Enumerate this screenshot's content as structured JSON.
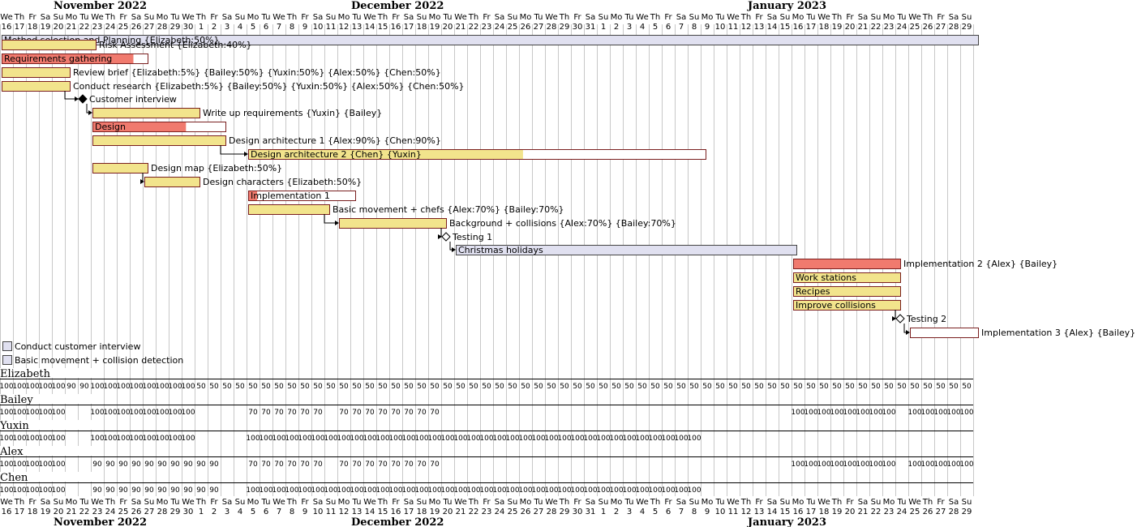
{
  "colors": {
    "bar_fill": "#F2E48C",
    "bar_border": "#7A1F1F",
    "progress": "#F07A6E",
    "summary_fill": "#E0E0F0",
    "grid": "#C8C8C8",
    "milestone_done": "#000000",
    "milestone_open": "#FFFFFF"
  },
  "timeline": {
    "start_date": "2022-11-16",
    "months": [
      {
        "label": "November 2022",
        "first_day_index": 0
      },
      {
        "label": "December 2022",
        "first_day_index": 15
      },
      {
        "label": "January 2023",
        "first_day_index": 46
      }
    ],
    "day_abbrev": [
      "Mo",
      "Tu",
      "We",
      "Th",
      "Fr",
      "Sa",
      "Su"
    ],
    "days": [
      {
        "n": "We",
        "d": "16"
      },
      {
        "n": "Th",
        "d": "17"
      },
      {
        "n": "Fr",
        "d": "18"
      },
      {
        "n": "Sa",
        "d": "19"
      },
      {
        "n": "Su",
        "d": "20"
      },
      {
        "n": "Mo",
        "d": "21"
      },
      {
        "n": "Tu",
        "d": "22"
      },
      {
        "n": "We",
        "d": "23"
      },
      {
        "n": "Th",
        "d": "24"
      },
      {
        "n": "Fr",
        "d": "25"
      },
      {
        "n": "Sa",
        "d": "26"
      },
      {
        "n": "Su",
        "d": "27"
      },
      {
        "n": "Mo",
        "d": "28"
      },
      {
        "n": "Tu",
        "d": "29"
      },
      {
        "n": "We",
        "d": "30"
      },
      {
        "n": "Th",
        "d": "1"
      },
      {
        "n": "Fr",
        "d": "2"
      },
      {
        "n": "Sa",
        "d": "3"
      },
      {
        "n": "Su",
        "d": "4"
      },
      {
        "n": "Mo",
        "d": "5"
      },
      {
        "n": "Tu",
        "d": "6"
      },
      {
        "n": "We",
        "d": "7"
      },
      {
        "n": "Th",
        "d": "8"
      },
      {
        "n": "Fr",
        "d": "9"
      },
      {
        "n": "Sa",
        "d": "10"
      },
      {
        "n": "Su",
        "d": "11"
      },
      {
        "n": "Mo",
        "d": "12"
      },
      {
        "n": "Tu",
        "d": "13"
      },
      {
        "n": "We",
        "d": "14"
      },
      {
        "n": "Th",
        "d": "15"
      },
      {
        "n": "Fr",
        "d": "16"
      },
      {
        "n": "Sa",
        "d": "17"
      },
      {
        "n": "Su",
        "d": "18"
      },
      {
        "n": "Mo",
        "d": "19"
      },
      {
        "n": "Tu",
        "d": "20"
      },
      {
        "n": "We",
        "d": "21"
      },
      {
        "n": "Th",
        "d": "22"
      },
      {
        "n": "Fr",
        "d": "23"
      },
      {
        "n": "Sa",
        "d": "24"
      },
      {
        "n": "Su",
        "d": "25"
      },
      {
        "n": "Mo",
        "d": "26"
      },
      {
        "n": "Tu",
        "d": "27"
      },
      {
        "n": "We",
        "d": "28"
      },
      {
        "n": "Th",
        "d": "29"
      },
      {
        "n": "Fr",
        "d": "30"
      },
      {
        "n": "Sa",
        "d": "31"
      },
      {
        "n": "Su",
        "d": "1"
      },
      {
        "n": "Mo",
        "d": "2"
      },
      {
        "n": "Tu",
        "d": "3"
      },
      {
        "n": "We",
        "d": "4"
      },
      {
        "n": "Th",
        "d": "5"
      },
      {
        "n": "Fr",
        "d": "6"
      },
      {
        "n": "Sa",
        "d": "7"
      },
      {
        "n": "Su",
        "d": "8"
      },
      {
        "n": "Mo",
        "d": "9"
      },
      {
        "n": "Tu",
        "d": "10"
      },
      {
        "n": "We",
        "d": "11"
      },
      {
        "n": "Th",
        "d": "12"
      },
      {
        "n": "Fr",
        "d": "13"
      },
      {
        "n": "Sa",
        "d": "14"
      },
      {
        "n": "Su",
        "d": "15"
      },
      {
        "n": "Mo",
        "d": "16"
      },
      {
        "n": "Tu",
        "d": "17"
      },
      {
        "n": "We",
        "d": "18"
      },
      {
        "n": "Th",
        "d": "19"
      },
      {
        "n": "Fr",
        "d": "20"
      },
      {
        "n": "Sa",
        "d": "21"
      },
      {
        "n": "Su",
        "d": "22"
      },
      {
        "n": "Mo",
        "d": "23"
      },
      {
        "n": "Tu",
        "d": "24"
      },
      {
        "n": "We",
        "d": "25"
      },
      {
        "n": "Th",
        "d": "26"
      },
      {
        "n": "Fr",
        "d": "27"
      },
      {
        "n": "Sa",
        "d": "28"
      },
      {
        "n": "Su",
        "d": "29"
      }
    ]
  },
  "tasks": [
    {
      "id": "method",
      "label": "Method selection and Planning {Elizabeth:50%}",
      "start": 0,
      "end": 75,
      "progress": 0,
      "kind": "summary",
      "label_inside": true
    },
    {
      "id": "risk",
      "label": "Risk Assessment {Elizabeth:40%}",
      "start": 0,
      "end": 7,
      "progress": 0,
      "kind": "task"
    },
    {
      "id": "reqs",
      "label": "Requirements gathering",
      "start": 0,
      "end": 11,
      "progress": 0.9,
      "kind": "group",
      "label_inside": true
    },
    {
      "id": "brief",
      "label": "Review brief {Elizabeth:5%} {Bailey:50%} {Yuxin:50%} {Alex:50%} {Chen:50%}",
      "start": 0,
      "end": 5,
      "progress": 0,
      "kind": "task"
    },
    {
      "id": "research",
      "label": "Conduct research {Elizabeth:5%} {Bailey:50%} {Yuxin:50%} {Alex:50%} {Chen:50%}",
      "start": 0,
      "end": 5,
      "progress": 0,
      "kind": "task"
    },
    {
      "id": "interview",
      "label": "Customer interview",
      "start": 6,
      "end": 6,
      "progress": 1,
      "kind": "milestone"
    },
    {
      "id": "writeup",
      "label": "Write up requirements {Yuxin} {Bailey}",
      "start": 7,
      "end": 15,
      "progress": 0,
      "kind": "task"
    },
    {
      "id": "design",
      "label": "Design",
      "start": 7,
      "end": 17,
      "progress": 0.7,
      "kind": "group",
      "label_inside": true
    },
    {
      "id": "arch1",
      "label": "Design architecture 1 {Alex:90%} {Chen:90%}",
      "start": 7,
      "end": 17,
      "progress": 0,
      "kind": "task"
    },
    {
      "id": "arch2",
      "label": "Design architecture 2 {Chen} {Yuxin}",
      "start": 19,
      "end": 54,
      "progress": 0.6,
      "kind": "bar_fillprog",
      "label_inside": true
    },
    {
      "id": "map",
      "label": "Design map {Elizabeth:50%}",
      "start": 7,
      "end": 11,
      "progress": 0,
      "kind": "task"
    },
    {
      "id": "chars",
      "label": "Design characters {Elizabeth:50%}",
      "start": 11,
      "end": 15,
      "progress": 0,
      "kind": "task"
    },
    {
      "id": "impl1",
      "label": "Implementation 1",
      "start": 19,
      "end": 27,
      "progress": 0.08,
      "kind": "group",
      "label_inside": true
    },
    {
      "id": "move",
      "label": "Basic movement + chefs {Alex:70%} {Bailey:70%}",
      "start": 19,
      "end": 25,
      "progress": 0,
      "kind": "task"
    },
    {
      "id": "bg",
      "label": "Background + collisions {Alex:70%} {Bailey:70%}",
      "start": 26,
      "end": 34,
      "progress": 0,
      "kind": "task"
    },
    {
      "id": "test1",
      "label": "Testing 1",
      "start": 34,
      "end": 34,
      "progress": 0,
      "kind": "milestone"
    },
    {
      "id": "xmas",
      "label": "Christmas holidays",
      "start": 35,
      "end": 61,
      "progress": 0,
      "kind": "summary",
      "label_inside": true
    },
    {
      "id": "impl2",
      "label": "Implementation 2 {Alex} {Bailey}",
      "start": 61,
      "end": 69,
      "progress": 1,
      "kind": "group"
    },
    {
      "id": "stations",
      "label": "Work stations",
      "start": 61,
      "end": 69,
      "progress": 0,
      "kind": "task",
      "label_inside": true
    },
    {
      "id": "recipes",
      "label": "Recipes",
      "start": 61,
      "end": 69,
      "progress": 0,
      "kind": "task",
      "label_inside": true
    },
    {
      "id": "collisions",
      "label": "Improve collisions",
      "start": 61,
      "end": 69,
      "progress": 0,
      "kind": "task",
      "label_inside": true
    },
    {
      "id": "test2",
      "label": "Testing 2",
      "start": 69,
      "end": 69,
      "progress": 0,
      "kind": "milestone"
    },
    {
      "id": "impl3",
      "label": "Implementation 3 {Alex} {Bailey}",
      "start": 70,
      "end": 75,
      "progress": 0,
      "kind": "group"
    }
  ],
  "dependencies": [
    {
      "from": "research",
      "to": "interview"
    },
    {
      "from": "interview",
      "to": "writeup"
    },
    {
      "from": "arch1",
      "to": "arch2"
    },
    {
      "from": "map",
      "to": "chars"
    },
    {
      "from": "move",
      "to": "bg"
    },
    {
      "from": "bg",
      "to": "test1"
    },
    {
      "from": "test1",
      "to": "xmas"
    },
    {
      "from": "collisions",
      "to": "test2"
    },
    {
      "from": "test2",
      "to": "impl3"
    }
  ],
  "legend": [
    {
      "label": "Conduct customer interview"
    },
    {
      "label": "Basic movement + collision detection"
    }
  ],
  "resources": [
    {
      "name": "Elizabeth",
      "segments": [
        {
          "from": 0,
          "to": 5,
          "v": "100"
        },
        {
          "from": 5,
          "to": 7,
          "v": "90"
        },
        {
          "from": 7,
          "to": 15,
          "v": "100"
        },
        {
          "from": 15,
          "to": 76,
          "v": "50"
        }
      ]
    },
    {
      "name": "Bailey",
      "segments": [
        {
          "from": 0,
          "to": 5,
          "v": "100"
        },
        {
          "from": 7,
          "to": 15,
          "v": "100"
        },
        {
          "from": 19,
          "to": 25,
          "v": "70"
        },
        {
          "from": 26,
          "to": 34,
          "v": "70"
        },
        {
          "from": 61,
          "to": 69,
          "v": "100"
        },
        {
          "from": 70,
          "to": 76,
          "v": "100"
        }
      ]
    },
    {
      "name": "Yuxin",
      "segments": [
        {
          "from": 0,
          "to": 5,
          "v": "100"
        },
        {
          "from": 7,
          "to": 15,
          "v": "100"
        },
        {
          "from": 19,
          "to": 54,
          "v": "100"
        }
      ]
    },
    {
      "name": "Alex",
      "segments": [
        {
          "from": 0,
          "to": 5,
          "v": "100"
        },
        {
          "from": 7,
          "to": 17,
          "v": "90"
        },
        {
          "from": 19,
          "to": 25,
          "v": "70"
        },
        {
          "from": 26,
          "to": 34,
          "v": "70"
        },
        {
          "from": 61,
          "to": 69,
          "v": "100"
        },
        {
          "from": 70,
          "to": 76,
          "v": "100"
        }
      ]
    },
    {
      "name": "Chen",
      "segments": [
        {
          "from": 0,
          "to": 5,
          "v": "100"
        },
        {
          "from": 7,
          "to": 17,
          "v": "90"
        },
        {
          "from": 19,
          "to": 54,
          "v": "100"
        }
      ]
    }
  ]
}
